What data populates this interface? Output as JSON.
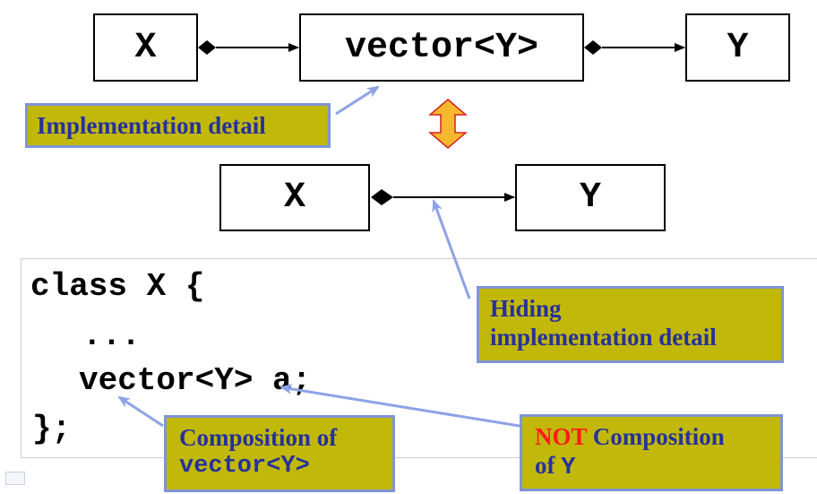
{
  "top_row": {
    "left_box": "X",
    "middle_box": "vector<Y>",
    "right_box": "Y"
  },
  "middle_row": {
    "left_box": "X",
    "right_box": "Y"
  },
  "callouts": {
    "implementation_detail": "Implementation detail",
    "hiding_line1": "Hiding",
    "hiding_line2": "implementation detail",
    "composition_line1": "Composition of",
    "composition_line2": "vector<Y>",
    "not_word": "NOT",
    "not_composition_rest": " Composition",
    "not_composition_line2_prefix": "of ",
    "not_composition_line2_code": "Y"
  },
  "code": {
    "line1": "class X {",
    "line2": "...",
    "line3": "vector<Y> a;",
    "line4": "};"
  },
  "colors": {
    "callout_fill": "#c2b80a",
    "callout_border": "#7f95d6",
    "callout_text": "#26329a",
    "arrow_blue": "#8ea2e6",
    "double_arrow_fill": "#f5b82e",
    "double_arrow_stroke": "#d62020"
  }
}
